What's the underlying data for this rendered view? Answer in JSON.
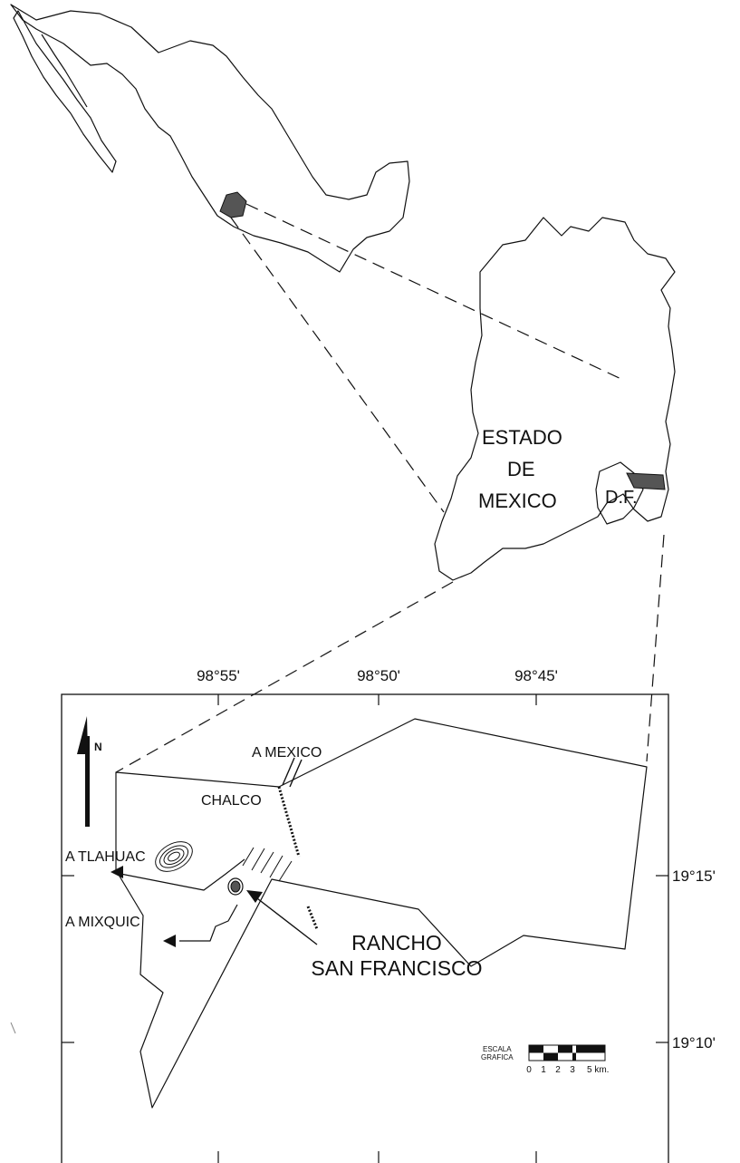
{
  "labels": {
    "estado": "ESTADO",
    "de": "DE",
    "mexico_state": "MEXICO",
    "df": "D.F.",
    "a_mexico": "A MEXICO",
    "chalco": "CHALCO",
    "a_tlahuac": "A TLAHUAC",
    "a_mixquic": "A MIXQUIC",
    "rancho_line1": "RANCHO",
    "rancho_line2": "SAN FRANCISCO",
    "north": "N"
  },
  "longitude_ticks": [
    "98°55'",
    "98°50'",
    "98°45'"
  ],
  "latitude_ticks": [
    "19°15'",
    "19°10'"
  ],
  "scale_bar": {
    "title_line1": "ESCALA",
    "title_line2": "GRAFICA",
    "numbers": [
      "0",
      "1",
      "2",
      "3",
      "5 km."
    ]
  },
  "colors": {
    "ink": "#111111",
    "highlight_fill": "#555555",
    "background": "#ffffff"
  }
}
